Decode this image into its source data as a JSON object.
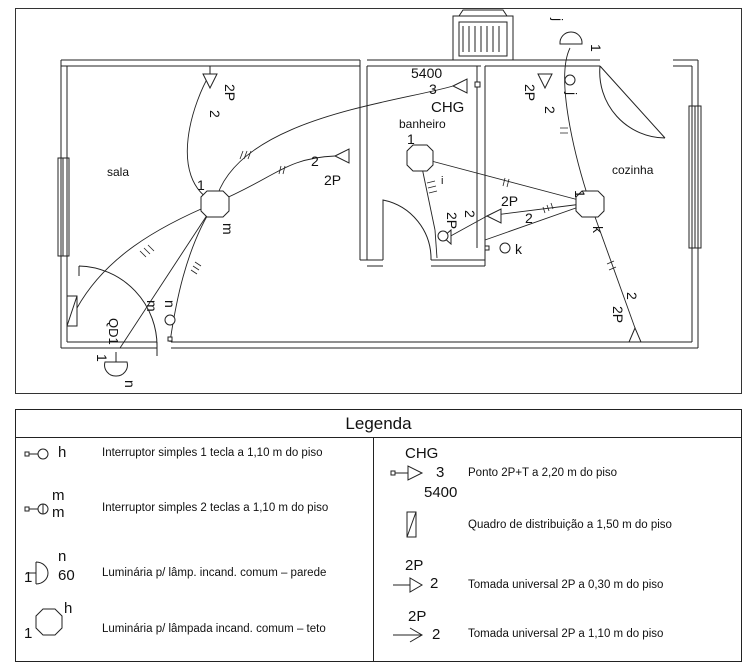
{
  "plan": {
    "rooms": {
      "sala": "sala",
      "banheiro": "banheiro",
      "cozinha": "cozinha"
    },
    "panel": "QD1",
    "shower": {
      "name": "CHG",
      "circuit": "3",
      "power": "5400"
    },
    "labels": {
      "sala_tomada_top": {
        "rating": "2P",
        "circuit": "2"
      },
      "sala_tomada_mid": {
        "rating": "2P",
        "circuit": "2"
      },
      "sala_luz": {
        "circuit": "1",
        "switch": "m"
      },
      "sala_switch": {
        "letter": "n",
        "switch": "m"
      },
      "sala_wall_lamp": {
        "circuit": "1",
        "switch": "n"
      },
      "banheiro_luz": {
        "circuit": "1"
      },
      "banheiro_tomada": {
        "rating": "2P",
        "circuit": "2"
      },
      "banheiro_switch_i": "i",
      "cozinha_luz": {
        "circuit": "1",
        "switch": "k"
      },
      "cozinha_tomada_center": {
        "rating": "2P",
        "circuit": "2"
      },
      "cozinha_switch_k": "k",
      "cozinha_tomada_br": {
        "rating": "2P",
        "circuit": "2"
      },
      "cozinha_top_lamp": {
        "circuit": "1",
        "switch": "j"
      },
      "cozinha_top_tomada": {
        "rating": "2P",
        "circuit": "2"
      },
      "cozinha_switch_j": "j"
    }
  },
  "legend": {
    "title": "Legenda",
    "items": [
      {
        "symbol_text": "h",
        "description": "Interruptor simples 1 tecla a 1,10 m do piso"
      },
      {
        "symbol_text_top": "m",
        "symbol_text_bottom": "m",
        "description": "Interruptor simples 2 teclas a 1,10 m do piso"
      },
      {
        "symbol_circuit": "1",
        "symbol_switch": "n",
        "symbol_power": "60",
        "description": "Luminária p/ lâmp. incand. comum – parede"
      },
      {
        "symbol_circuit": "1",
        "symbol_switch": "h",
        "description": "Luminária p/ lâmpada incand. comum – teto"
      },
      {
        "symbol_name": "CHG",
        "symbol_circuit": "3",
        "symbol_power": "5400",
        "description": "Ponto  2P+T a 2,20 m do piso"
      },
      {
        "description": "Quadro de distribuição a 1,50 m do piso"
      },
      {
        "symbol_rating": "2P",
        "symbol_circuit": "2",
        "description": "Tomada universal 2P a 0,30 m do piso"
      },
      {
        "symbol_rating": "2P",
        "symbol_circuit": "2",
        "description": "Tomada universal 2P a 1,10 m do piso"
      }
    ]
  }
}
